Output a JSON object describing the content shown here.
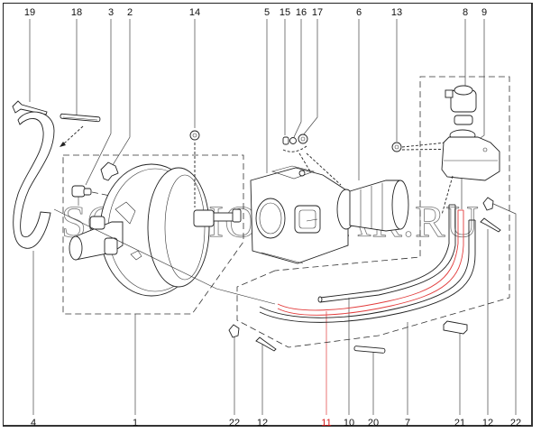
{
  "diagram": {
    "title": "Brake vacuum booster, master cylinder and reservoir assembly (exploded view)",
    "watermark": "SCORPION-CAR.RU",
    "highlight_color": "#d61a1a",
    "line_color": "#222222",
    "callouts_top": [
      {
        "label": "19",
        "part": "hose-clamp"
      },
      {
        "label": "18",
        "part": "hose-clip"
      },
      {
        "label": "3",
        "part": "vacuum-check-valve"
      },
      {
        "label": "2",
        "part": "valve-grommet"
      },
      {
        "label": "14",
        "part": "nut"
      },
      {
        "label": "5",
        "part": "pedal-bracket"
      },
      {
        "label": "15",
        "part": "washer"
      },
      {
        "label": "16",
        "part": "spring-washer"
      },
      {
        "label": "17",
        "part": "nut"
      },
      {
        "label": "6",
        "part": "boot"
      },
      {
        "label": "13",
        "part": "nut"
      },
      {
        "label": "8",
        "part": "reservoir-cap"
      },
      {
        "label": "9",
        "part": "fluid-reservoir"
      }
    ],
    "callouts_bottom": [
      {
        "label": "4",
        "part": "vacuum-hose"
      },
      {
        "label": "1",
        "part": "vacuum-booster-with-master-cylinder"
      },
      {
        "label": "22",
        "part": "clip"
      },
      {
        "label": "12",
        "part": "clamp"
      },
      {
        "label": "11",
        "part": "brake-line",
        "highlighted": true
      },
      {
        "label": "10",
        "part": "brake-line"
      },
      {
        "label": "20",
        "part": "clip"
      },
      {
        "label": "7",
        "part": "brake-line-set"
      },
      {
        "label": "21",
        "part": "line-holder"
      },
      {
        "label": "12",
        "part": "clamp"
      },
      {
        "label": "22",
        "part": "clip"
      }
    ]
  }
}
